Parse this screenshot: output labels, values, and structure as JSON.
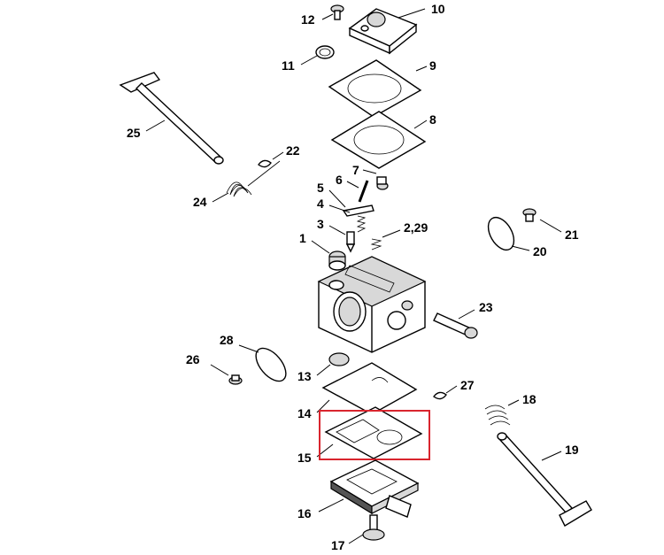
{
  "callouts": {
    "p1": "1",
    "p2": "2,29",
    "p3": "3",
    "p4": "4",
    "p5": "5",
    "p6": "6",
    "p7": "7",
    "p8": "8",
    "p9": "9",
    "p10": "10",
    "p11": "11",
    "p12": "12",
    "p13": "13",
    "p14": "14",
    "p15": "15",
    "p16": "16",
    "p17": "17",
    "p18": "18",
    "p19": "19",
    "p20": "20",
    "p21": "21",
    "p22": "22",
    "p23": "23",
    "p24": "24",
    "p25": "25",
    "p26": "26",
    "p27": "27",
    "p28": "28"
  },
  "highlight": {
    "color": "#d9252e",
    "part": "15"
  }
}
